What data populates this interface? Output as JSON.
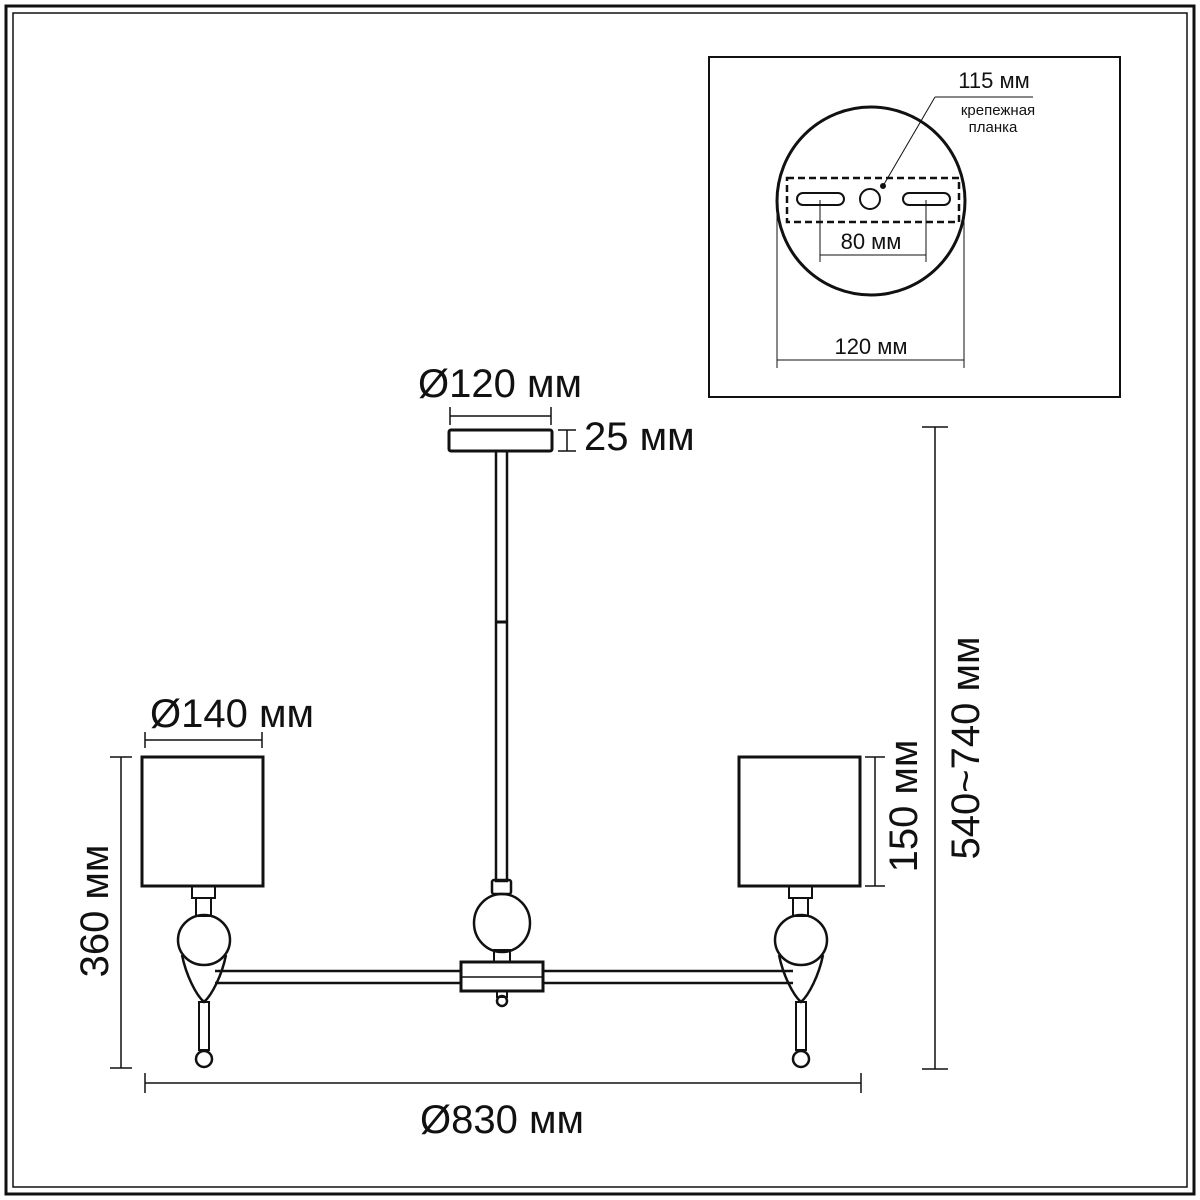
{
  "mount": {
    "diameter": "Ø120 мм",
    "thickness": "25 мм"
  },
  "bracket_detail": {
    "plate_length": "115 мм",
    "plate_caption_1": "крепежная",
    "plate_caption_2": "планка",
    "slot_spacing": "80 мм",
    "canopy_width": "120 мм"
  },
  "fixture": {
    "height_range": "540~740 мм",
    "shade_diameter": "Ø140 мм",
    "shade_height": "150 мм",
    "arm_height": "360 мм",
    "total_diameter": "Ø830 мм"
  },
  "colors": {
    "line": "#111111",
    "background": "#ffffff"
  }
}
